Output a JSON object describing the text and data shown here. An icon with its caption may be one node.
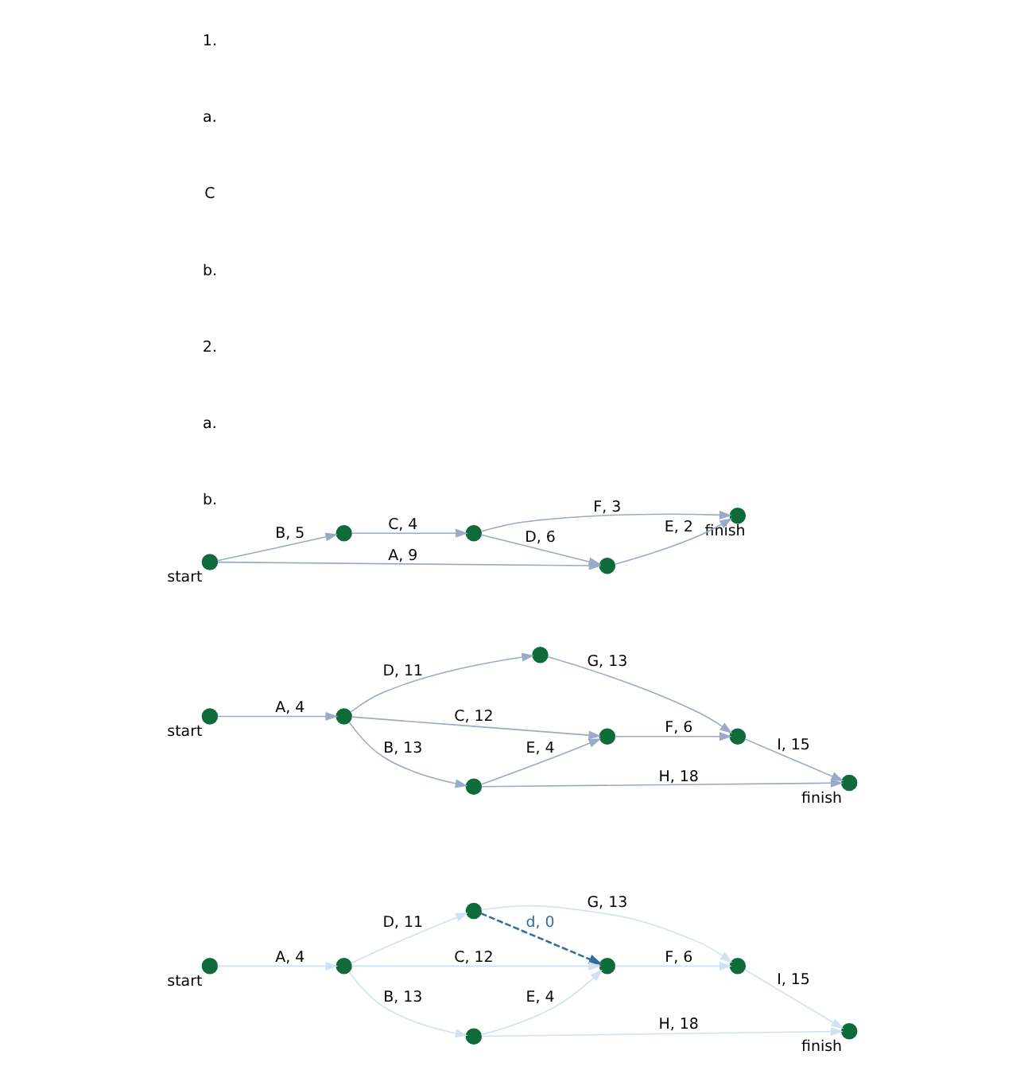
{
  "diagram": {
    "nodes": [
      {
        "text": [],
        "shape": "circle",
        "beside": [
          "start"
        ]
      },
      {
        "text": [],
        "shape": "circle"
      },
      {
        "text": [],
        "shape": "circle"
      },
      {
        "text": [],
        "shape": "circle"
      },
      {
        "text": [],
        "shape": "circle",
        "beside": [
          "finish"
        ]
      },
      {
        "text": [],
        "shape": "circle",
        "beside": [
          "start"
        ]
      },
      {
        "text": [],
        "shape": "circle"
      },
      {
        "text": [],
        "shape": "circle"
      },
      {
        "text": [],
        "shape": "circle"
      },
      {
        "text": [],
        "shape": "circle"
      },
      {
        "text": [],
        "shape": "circle"
      },
      {
        "text": [],
        "shape": "circle",
        "beside": [
          "finish"
        ]
      },
      {
        "text": [],
        "shape": "circle",
        "beside": [
          "start"
        ]
      },
      {
        "text": [],
        "shape": "circle"
      },
      {
        "text": [],
        "shape": "circle"
      },
      {
        "text": [],
        "shape": "circle"
      },
      {
        "text": [],
        "shape": "circle"
      },
      {
        "text": [],
        "shape": "circle"
      },
      {
        "text": [],
        "shape": "circle",
        "beside": [
          "finish"
        ]
      }
    ],
    "edges": [
      {
        "from": 0,
        "to": 1,
        "arrow": "to",
        "label": "A, 9"
      },
      {
        "from": 0,
        "to": 2,
        "arrow": "to",
        "label": "B, 5"
      },
      {
        "from": 2,
        "to": 3,
        "arrow": "to",
        "label": "C, 4"
      },
      {
        "from": 3,
        "to": 1,
        "arrow": "to",
        "label": "D, 6"
      },
      {
        "from": 1,
        "to": 4,
        "arrow": "to",
        "label": "E, 2"
      },
      {
        "from": 3,
        "to": 4,
        "arrow": "to",
        "label": "F, 3"
      },
      {
        "from": 5,
        "to": 6,
        "arrow": "to",
        "label": "A, 4"
      },
      {
        "from": 6,
        "to": 7,
        "arrow": "to",
        "label": "B, 13"
      },
      {
        "from": 6,
        "to": 8,
        "arrow": "to",
        "label": "C, 12"
      },
      {
        "from": 6,
        "to": 9,
        "arrow": "to",
        "label": "D, 11"
      },
      {
        "from": 7,
        "to": 8,
        "arrow": "to",
        "label": "E, 4"
      },
      {
        "from": 7,
        "to": 11,
        "arrow": "to",
        "label": "H, 18"
      },
      {
        "from": 8,
        "to": 10,
        "arrow": "to",
        "label": "F, 6"
      },
      {
        "from": 9,
        "to": 10,
        "arrow": "to",
        "label": "G, 13"
      },
      {
        "from": 10,
        "to": 11,
        "arrow": "to",
        "label": "I, 15"
      },
      {
        "from": 12,
        "to": 13,
        "arrow": "to",
        "label": "A, 4",
        "color": "#cfe2f3"
      },
      {
        "from": 13,
        "to": 14,
        "arrow": "to",
        "label": "B, 13",
        "color": "#cfe2f3"
      },
      {
        "from": 13,
        "to": 15,
        "arrow": "to",
        "label": "C, 12",
        "color": "#cfe2f3"
      },
      {
        "from": 13,
        "to": 16,
        "arrow": "to",
        "label": "D, 11",
        "color": "#cfe2f3"
      },
      {
        "from": 14,
        "to": 15,
        "arrow": "to",
        "label": "E, 4",
        "color": "#cfe2f3"
      },
      {
        "from": 14,
        "to": 18,
        "arrow": "to",
        "label": "H, 18",
        "color": "#cfe2f3"
      },
      {
        "from": 15,
        "to": 17,
        "arrow": "to",
        "label": "F, 6",
        "color": "#cfe2f3"
      },
      {
        "from": 16,
        "to": 17,
        "arrow": "to",
        "label": "G, 13",
        "color": "#cfe2f3"
      },
      {
        "from": 17,
        "to": 18,
        "arrow": "to",
        "label": "I, 15",
        "color": "#cfe2f3"
      },
      {
        "from": 16,
        "to": 15,
        "arrow": "to",
        "label": "d, 0",
        "style": "dashed",
        "color": "#2e6da4"
      }
    ],
    "labels": [
      "1.",
      "a.",
      "C",
      "b.",
      "2.",
      "a.",
      "b."
    ]
  }
}
